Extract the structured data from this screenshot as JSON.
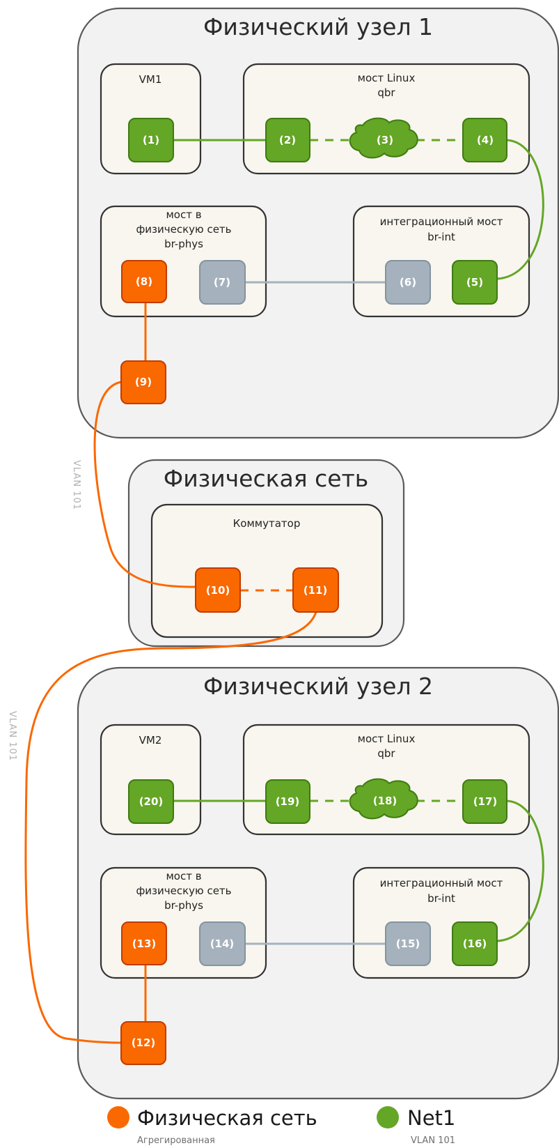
{
  "colors": {
    "physical": "#fa6800",
    "net1": "#64a625",
    "neutral": "#a5b2bd"
  },
  "regions": {
    "node1_title": "Физический узел 1",
    "network_title": "Физическая сеть",
    "node2_title": "Физический узел 2"
  },
  "node1": {
    "vm_title": "VM1",
    "qbr_title_line1": "мост Linux",
    "qbr_title_line2": "qbr",
    "brphys_title_line1": "мост в",
    "brphys_title_line2": "физическую сеть",
    "brphys_title_line3": "br-phys",
    "brint_title_line1": "интеграционный мост",
    "brint_title_line2": "br-int"
  },
  "switch": {
    "title": "Коммутатор"
  },
  "node2": {
    "vm_title": "VM2",
    "qbr_title_line1": "мост Linux",
    "qbr_title_line2": "qbr",
    "brphys_title_line1": "мост в",
    "brphys_title_line2": "физическую сеть",
    "brphys_title_line3": "br-phys",
    "brint_title_line1": "интеграционный мост",
    "brint_title_line2": "br-int"
  },
  "ports": {
    "p1": "(1)",
    "p2": "(2)",
    "p3": "(3)",
    "p4": "(4)",
    "p5": "(5)",
    "p6": "(6)",
    "p7": "(7)",
    "p8": "(8)",
    "p9": "(9)",
    "p10": "(10)",
    "p11": "(11)",
    "p12": "(12)",
    "p13": "(13)",
    "p14": "(14)",
    "p15": "(15)",
    "p16": "(16)",
    "p17": "(17)",
    "p18": "(18)",
    "p19": "(19)",
    "p20": "(20)"
  },
  "vlan_labels": {
    "upper": "VLAN 101",
    "lower": "VLAN 101"
  },
  "legend": {
    "physical_title": "Физическая сеть",
    "physical_sub": "Агрегированная",
    "net1_title": "Net1",
    "net1_sub": "VLAN 101"
  }
}
